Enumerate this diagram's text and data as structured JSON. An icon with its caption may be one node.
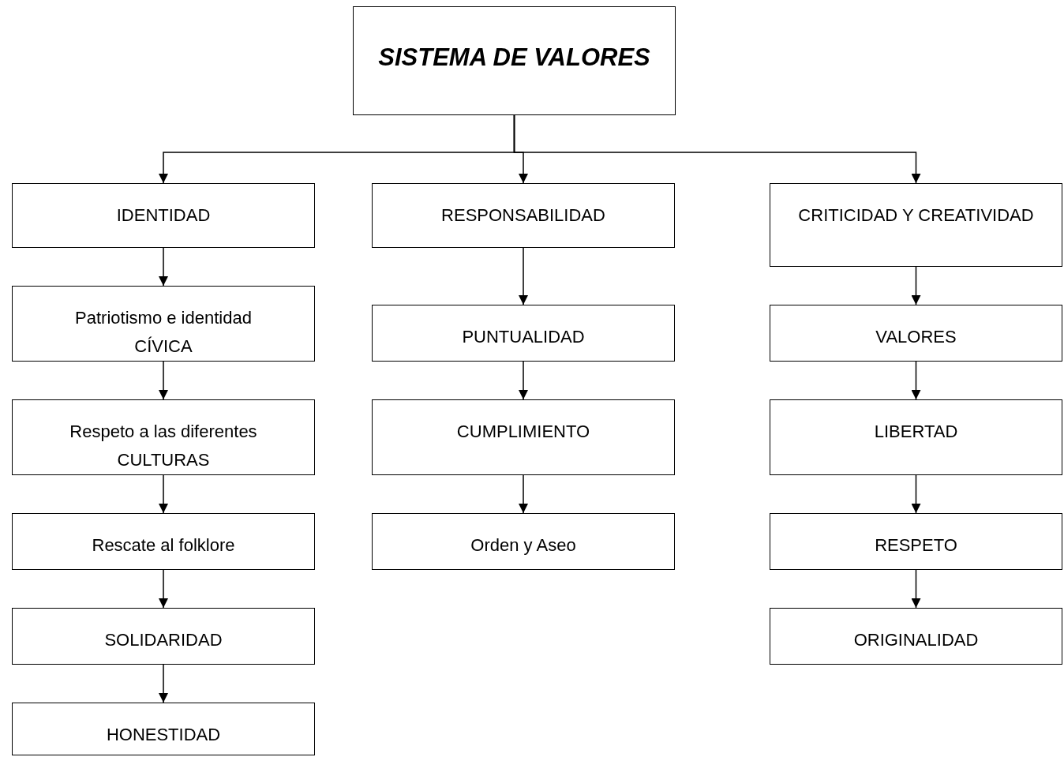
{
  "diagram": {
    "nodes": [
      {
        "text": [
          "SISTEMA DE VALORES"
        ]
      },
      {
        "text": [
          "IDENTIDAD"
        ]
      },
      {
        "text": [
          "Patriotismo e identidad CÍVICA"
        ]
      },
      {
        "text": [
          "Respeto a las diferentes CULTURAS"
        ]
      },
      {
        "text": [
          "Rescate al folklore"
        ]
      },
      {
        "text": [
          "SOLIDARIDAD"
        ]
      },
      {
        "text": [
          "HONESTIDAD"
        ]
      },
      {
        "text": [
          "RESPONSABILIDAD"
        ]
      },
      {
        "text": [
          "PUNTUALIDAD"
        ]
      },
      {
        "text": [
          "CUMPLIMIENTO"
        ]
      },
      {
        "text": [
          "Orden y Aseo"
        ]
      },
      {
        "text": [
          "CRITICIDAD Y CREATIVIDAD"
        ]
      },
      {
        "text": [
          "VALORES"
        ]
      },
      {
        "text": [
          "LIBERTAD"
        ]
      },
      {
        "text": [
          "RESPETO"
        ]
      },
      {
        "text": [
          "ORIGINALIDAD"
        ]
      }
    ],
    "edges": [
      {
        "from": 0,
        "to": 1,
        "arrow": "to"
      },
      {
        "from": 0,
        "to": 7,
        "arrow": "to"
      },
      {
        "from": 0,
        "to": 11,
        "arrow": "to"
      },
      {
        "from": 1,
        "to": 2,
        "arrow": "to"
      },
      {
        "from": 2,
        "to": 3,
        "arrow": "to"
      },
      {
        "from": 3,
        "to": 4,
        "arrow": "to"
      },
      {
        "from": 4,
        "to": 5,
        "arrow": "to"
      },
      {
        "from": 5,
        "to": 6,
        "arrow": "to"
      },
      {
        "from": 7,
        "to": 8,
        "arrow": "to"
      },
      {
        "from": 8,
        "to": 9,
        "arrow": "to"
      },
      {
        "from": 9,
        "to": 10,
        "arrow": "to"
      },
      {
        "from": 11,
        "to": 12,
        "arrow": "to"
      },
      {
        "from": 12,
        "to": 13,
        "arrow": "to"
      },
      {
        "from": 13,
        "to": 14,
        "arrow": "to"
      },
      {
        "from": 14,
        "to": 15,
        "arrow": "to"
      }
    ]
  }
}
